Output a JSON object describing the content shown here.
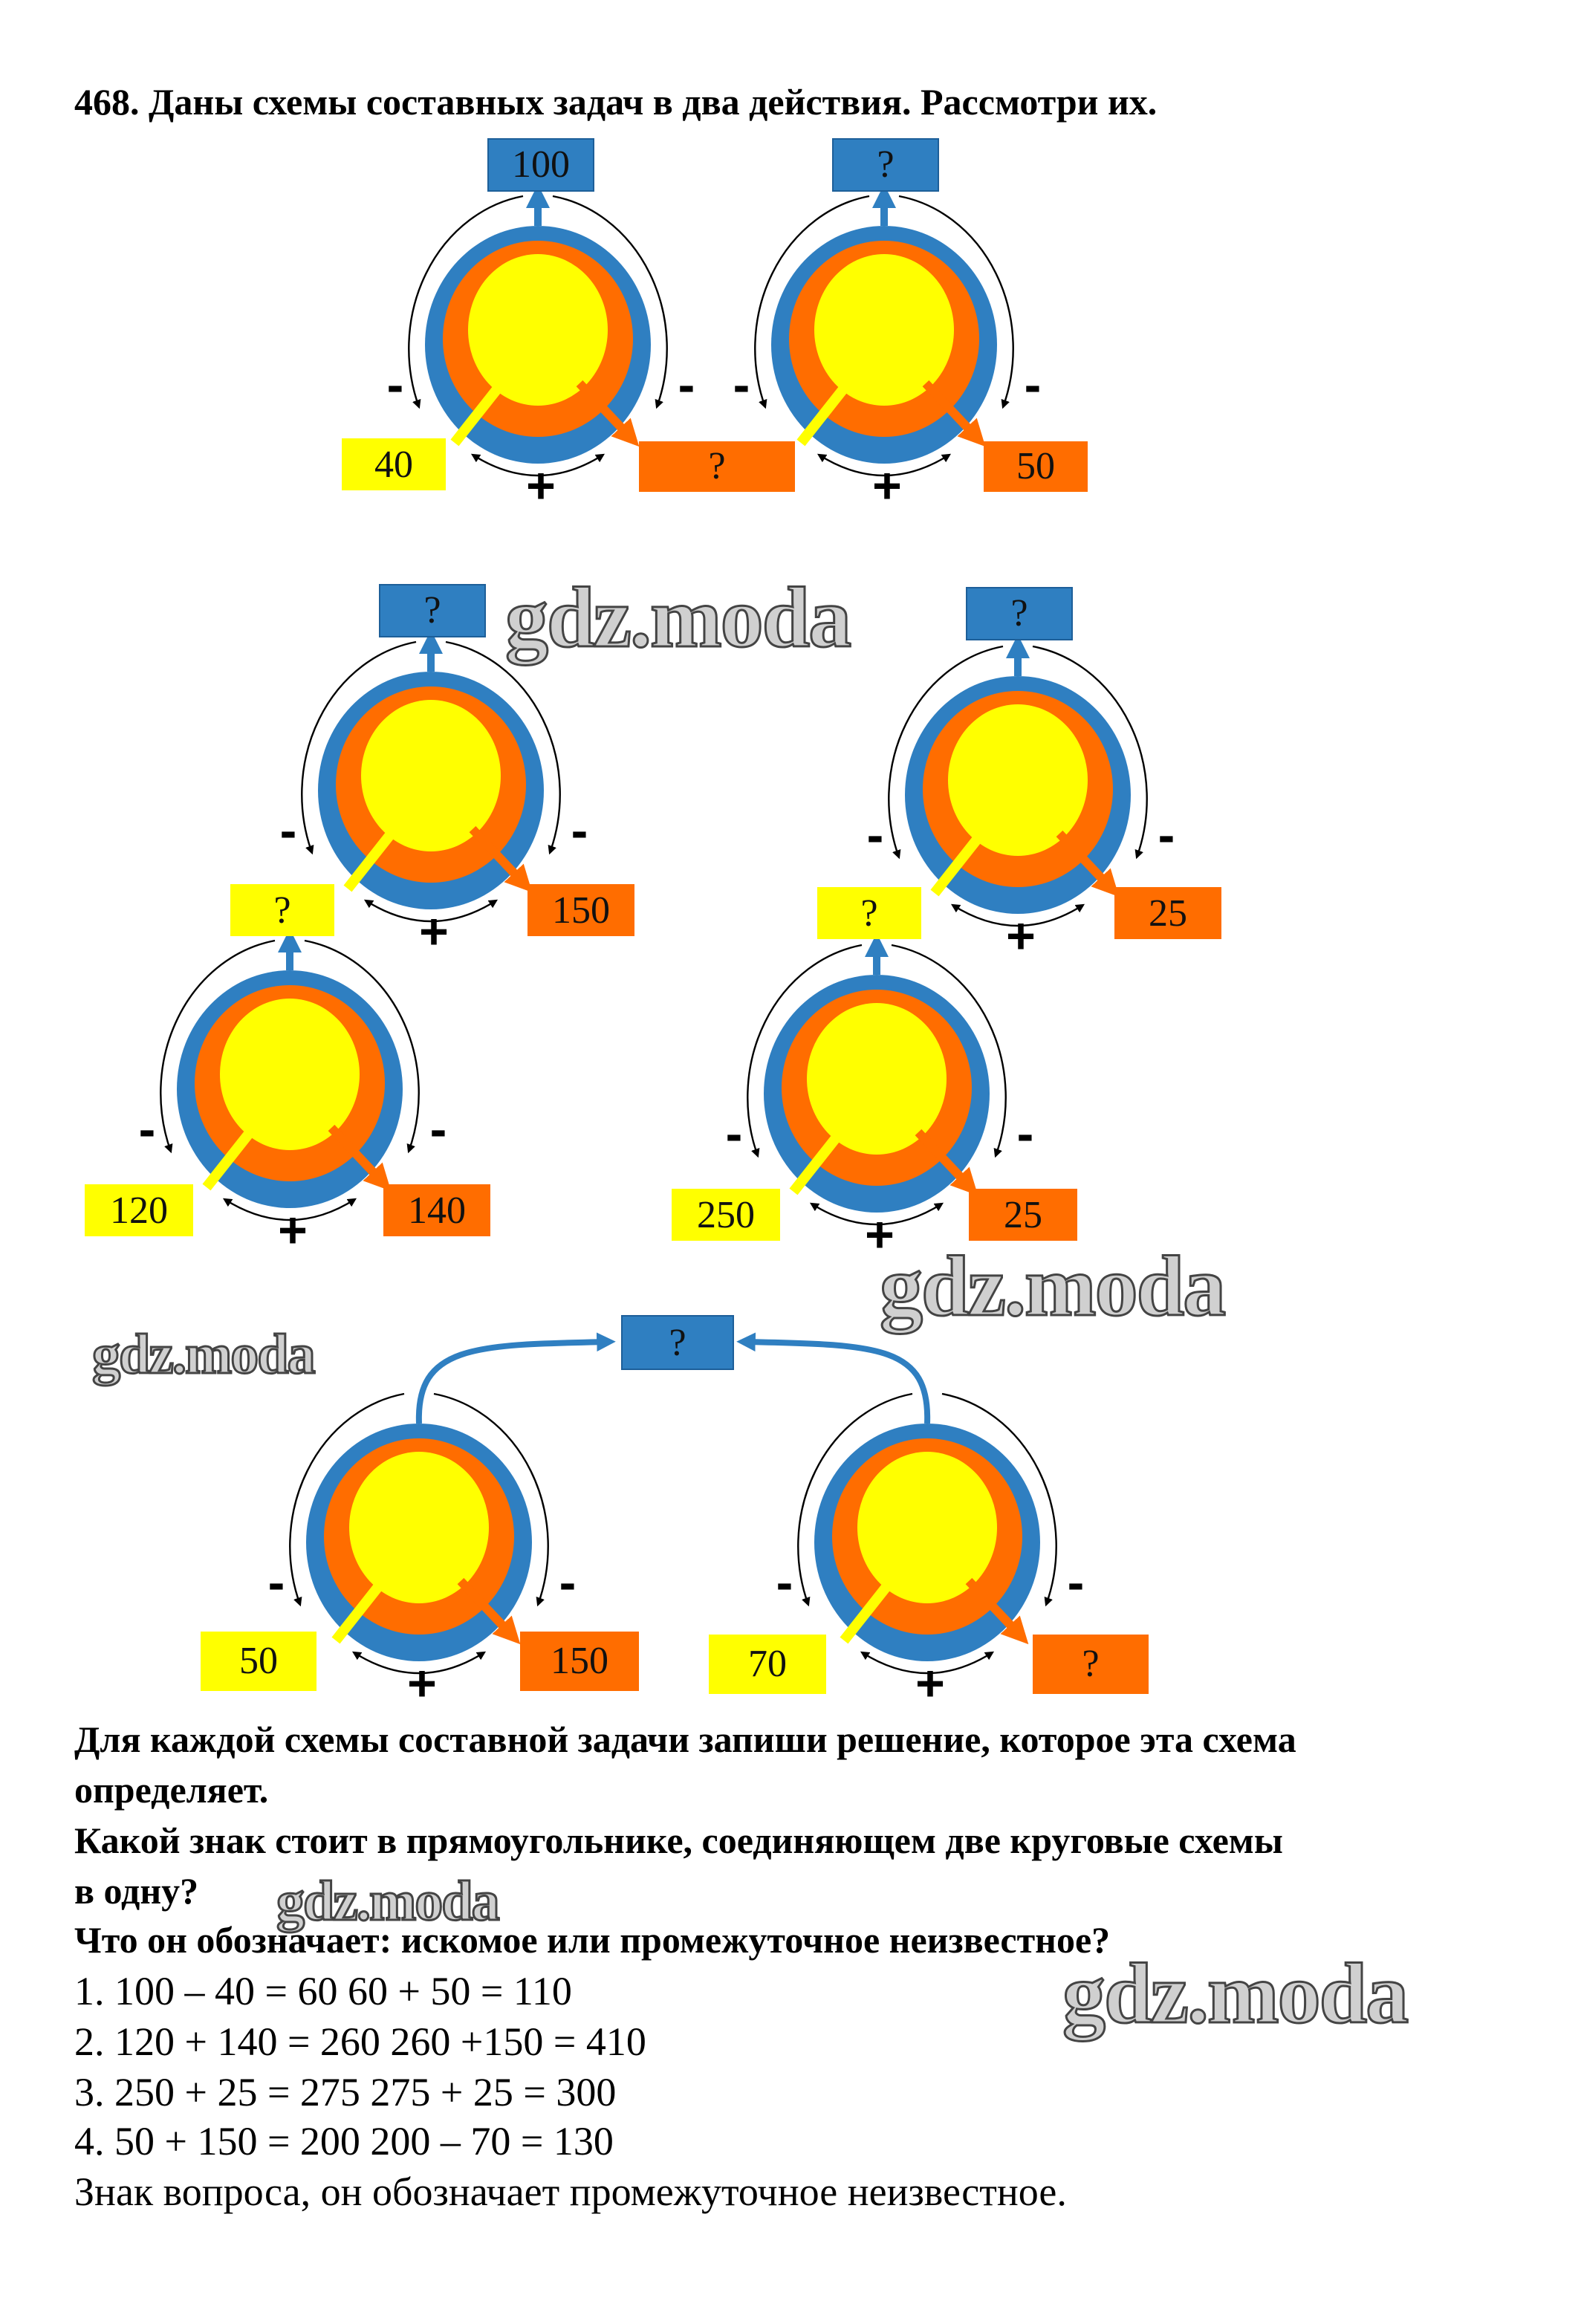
{
  "title": "468. Даны схемы составных задач в два действия. Рассмотри их.",
  "signs": {
    "minus": "-",
    "plus": "+"
  },
  "schemas": [
    {
      "top": "100",
      "left": "40",
      "right": "?"
    },
    {
      "top": "?",
      "left": null,
      "right": "50"
    },
    {
      "top": "?",
      "left": "?",
      "right": "150"
    },
    {
      "top": "?",
      "left": "?",
      "right": "25"
    },
    {
      "top": null,
      "left": "120",
      "right": "140"
    },
    {
      "top": null,
      "left": "250",
      "right": "25"
    },
    {
      "top": null,
      "left": "50",
      "right": "150"
    },
    {
      "top": null,
      "left": "70",
      "right": "?"
    }
  ],
  "connector_box": "?",
  "questions": [
    "Для каждой схемы составной задачи запиши решение, которое эта схема",
    "определяет.",
    "Какой знак стоит в прямоугольнике, соединяющем две круговые схемы",
    "в одну?",
    "Что он обозначает: искомое или промежуточное неизвестное?"
  ],
  "answers": [
    "1. 100 – 40 = 60   60 + 50 = 110",
    "2. 120 + 140 = 260   260 +150 = 410",
    "3. 250 + 25 = 275   275 + 25 = 300",
    "4. 50 + 150 = 200   200 – 70 = 130",
    "Знак вопроса, он обозначает промежуточное неизвестное."
  ],
  "watermark": "gdz.moda",
  "colors": {
    "blue": "#2f7fc1",
    "orange": "#ff6d00",
    "yellow": "#ffff00"
  }
}
